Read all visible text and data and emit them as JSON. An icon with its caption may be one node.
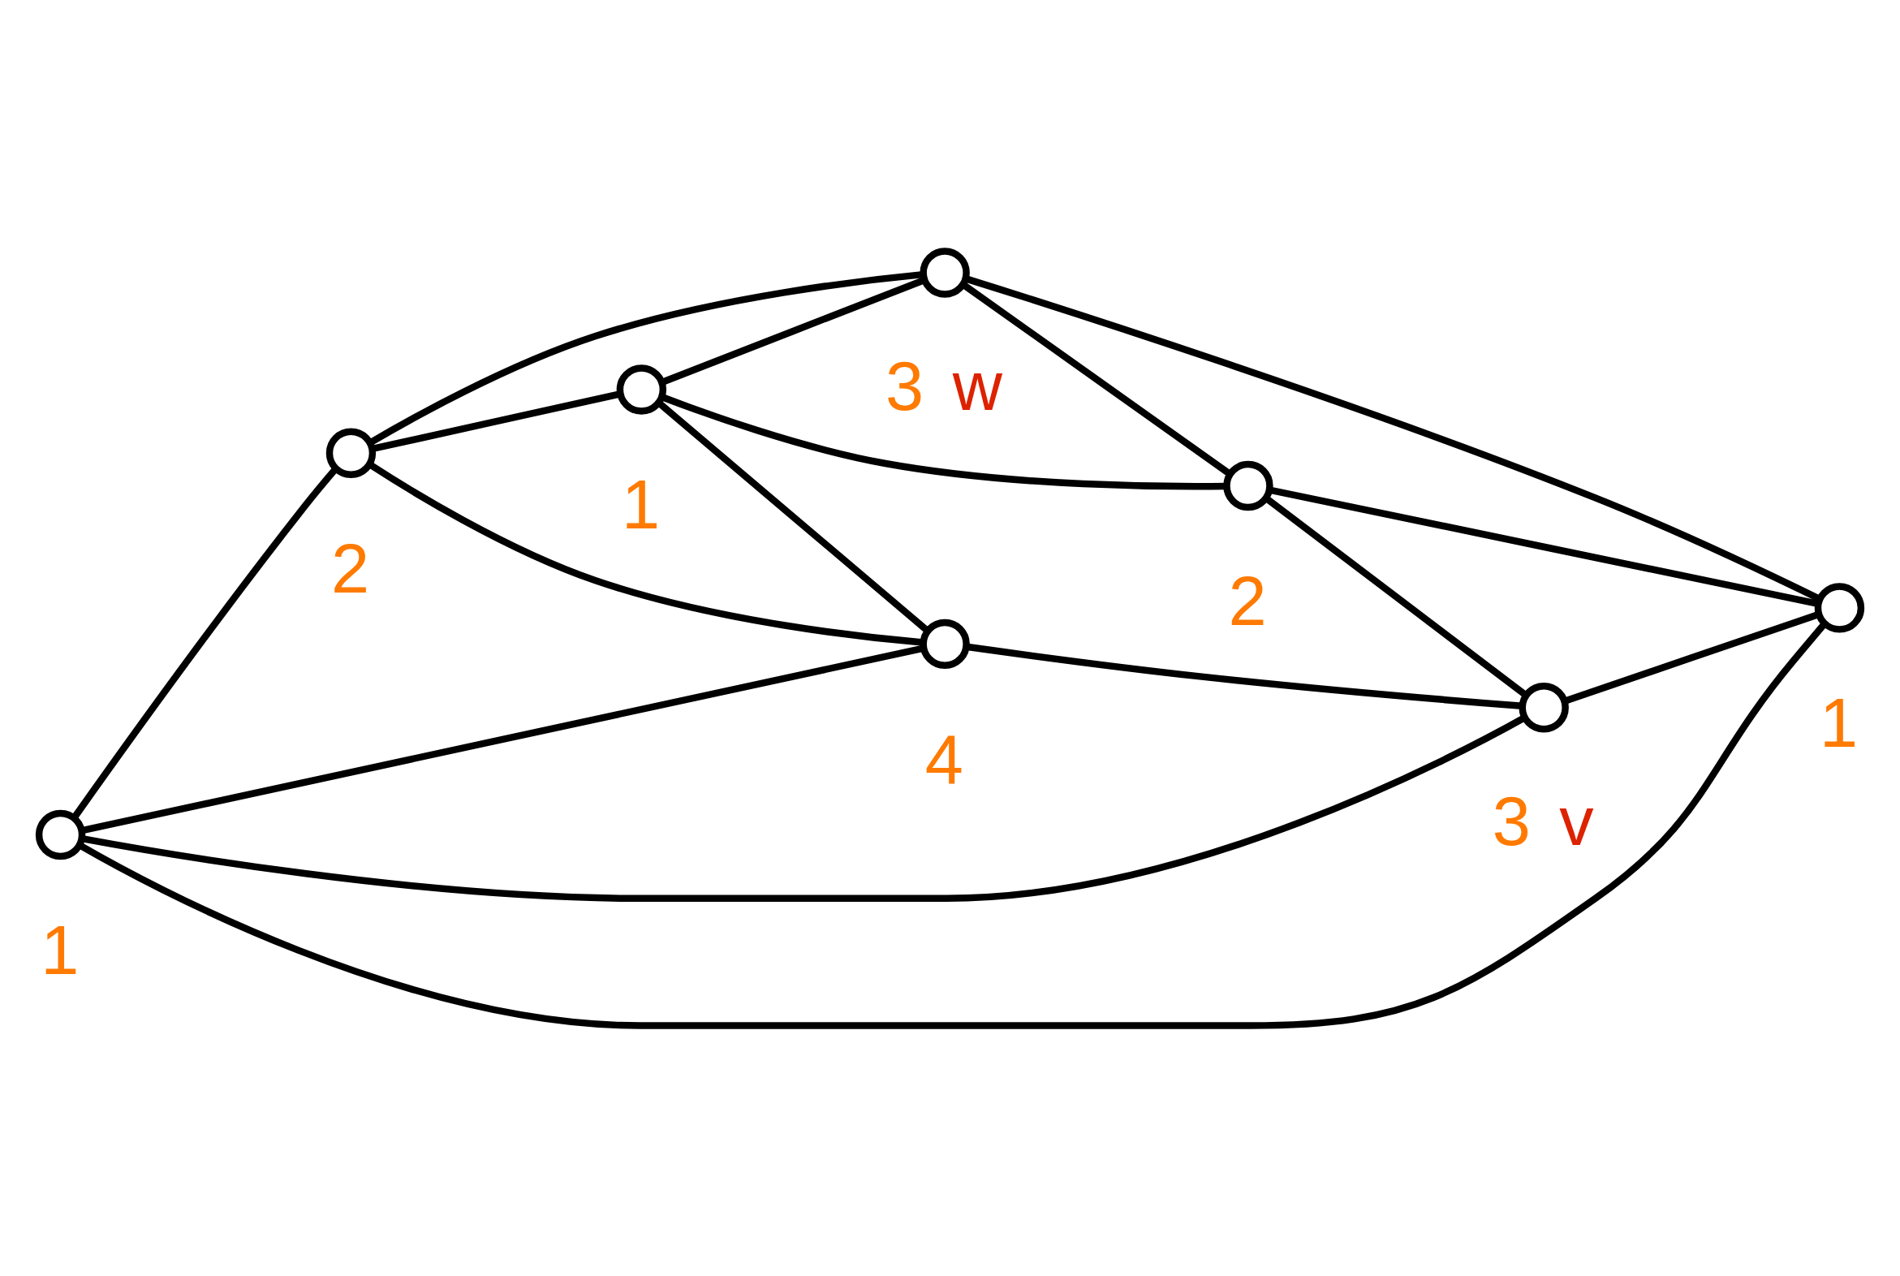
{
  "diagram": {
    "nodes": [
      {
        "text": [],
        "shape": "circle",
        "beside": [
          "2"
        ]
      },
      {
        "text": [],
        "shape": "circle",
        "beside": [
          "1"
        ]
      },
      {
        "text": [],
        "shape": "circle",
        "beside": [
          "3",
          "w"
        ]
      },
      {
        "text": [],
        "shape": "circle",
        "beside": [
          "4"
        ]
      },
      {
        "text": [],
        "shape": "circle",
        "beside": [
          "2"
        ]
      },
      {
        "text": [],
        "shape": "circle",
        "beside": [
          "3",
          "v"
        ]
      },
      {
        "text": [],
        "shape": "circle",
        "beside": [
          "1"
        ]
      },
      {
        "text": [],
        "shape": "circle",
        "beside": [
          "1"
        ]
      }
    ],
    "edges": [
      {
        "from": 7,
        "to": 0,
        "arrow": "none"
      },
      {
        "from": 7,
        "to": 3,
        "arrow": "none"
      },
      {
        "from": 7,
        "to": 5,
        "arrow": "none"
      },
      {
        "from": 7,
        "to": 6,
        "arrow": "none"
      },
      {
        "from": 0,
        "to": 2,
        "arrow": "none"
      },
      {
        "from": 0,
        "to": 1,
        "arrow": "none"
      },
      {
        "from": 0,
        "to": 3,
        "arrow": "none"
      },
      {
        "from": 1,
        "to": 2,
        "arrow": "none"
      },
      {
        "from": 1,
        "to": 3,
        "arrow": "none"
      },
      {
        "from": 1,
        "to": 4,
        "arrow": "none"
      },
      {
        "from": 2,
        "to": 4,
        "arrow": "none"
      },
      {
        "from": 2,
        "to": 6,
        "arrow": "none"
      },
      {
        "from": 3,
        "to": 5,
        "arrow": "none"
      },
      {
        "from": 4,
        "to": 5,
        "arrow": "none"
      },
      {
        "from": 4,
        "to": 6,
        "arrow": "none"
      },
      {
        "from": 5,
        "to": 6,
        "arrow": "none"
      }
    ]
  }
}
